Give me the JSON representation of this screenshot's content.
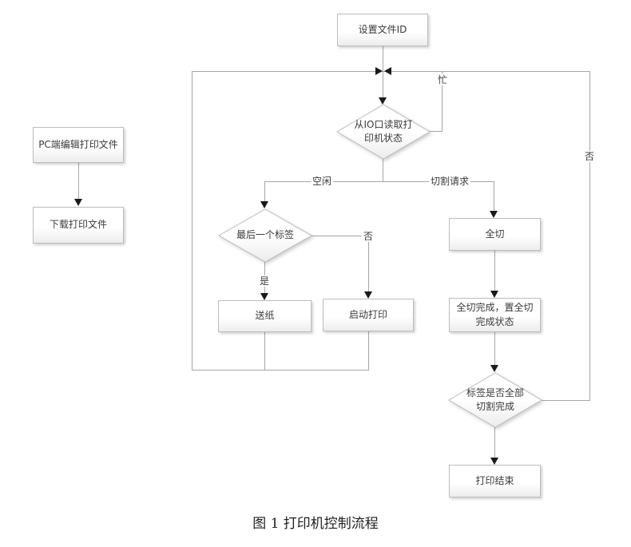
{
  "figure": {
    "caption": "图 1 打印机控制流程"
  },
  "nodes": {
    "set_file_id": {
      "label": "设置文件ID",
      "type": "process"
    },
    "pc_edit": {
      "label": "PC端编辑打印文件",
      "type": "process"
    },
    "download": {
      "label": "下载打印文件",
      "type": "process"
    },
    "read_status": {
      "label": "从IO口读取打\n印机状态",
      "type": "decision"
    },
    "last_label": {
      "label": "最后一个标签",
      "type": "decision"
    },
    "feed_paper": {
      "label": "送纸",
      "type": "process"
    },
    "start_print": {
      "label": "启动打印",
      "type": "process"
    },
    "full_cut": {
      "label": "全切",
      "type": "process"
    },
    "full_cut_done": {
      "label": "全切完成，置全切\n完成状态",
      "type": "process"
    },
    "all_cut_done": {
      "label": "标签是否全部\n切割完成",
      "type": "decision"
    },
    "print_end": {
      "label": "打印结束",
      "type": "process"
    }
  },
  "edge_labels": {
    "busy": "忙",
    "idle": "空闲",
    "cut_request": "切割请求",
    "yes": "是",
    "no_last": "否",
    "no_all_cut": "否"
  },
  "colors": {
    "background": "#ffffff",
    "line": "#a6a6a6",
    "node_border": "#bdbdbd",
    "node_fill_top": "#ffffff",
    "node_fill_bottom": "#ededed",
    "arrow": "#1a1a1a",
    "text": "#3a3a3a"
  }
}
